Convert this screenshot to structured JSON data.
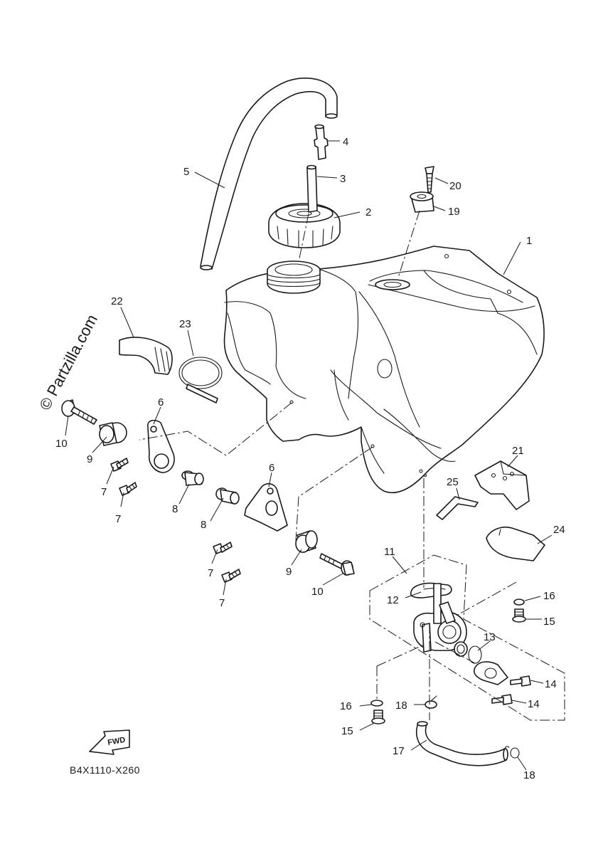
{
  "diagram_code": "B4X1110-X260",
  "watermark": "© Partzilla.com",
  "direction_badge": "FWD",
  "callouts": [
    "1",
    "2",
    "3",
    "4",
    "5",
    "6",
    "6",
    "7",
    "7",
    "7",
    "7",
    "8",
    "8",
    "9",
    "9",
    "10",
    "10",
    "11",
    "12",
    "13",
    "14",
    "14",
    "15",
    "15",
    "16",
    "16",
    "17",
    "18",
    "18",
    "19",
    "20",
    "21",
    "22",
    "23",
    "24",
    "25"
  ],
  "icons": [
    "fuel-tank",
    "tank-cap",
    "breather-pipe",
    "breather-valve",
    "vent-hose",
    "mount-bracket",
    "bolt",
    "collar",
    "damper",
    "fuel-cock",
    "gasket",
    "o-ring",
    "screw",
    "clip",
    "fuel-hose",
    "washer",
    "guard",
    "band",
    "protector",
    "stay",
    "forward-arrow"
  ]
}
